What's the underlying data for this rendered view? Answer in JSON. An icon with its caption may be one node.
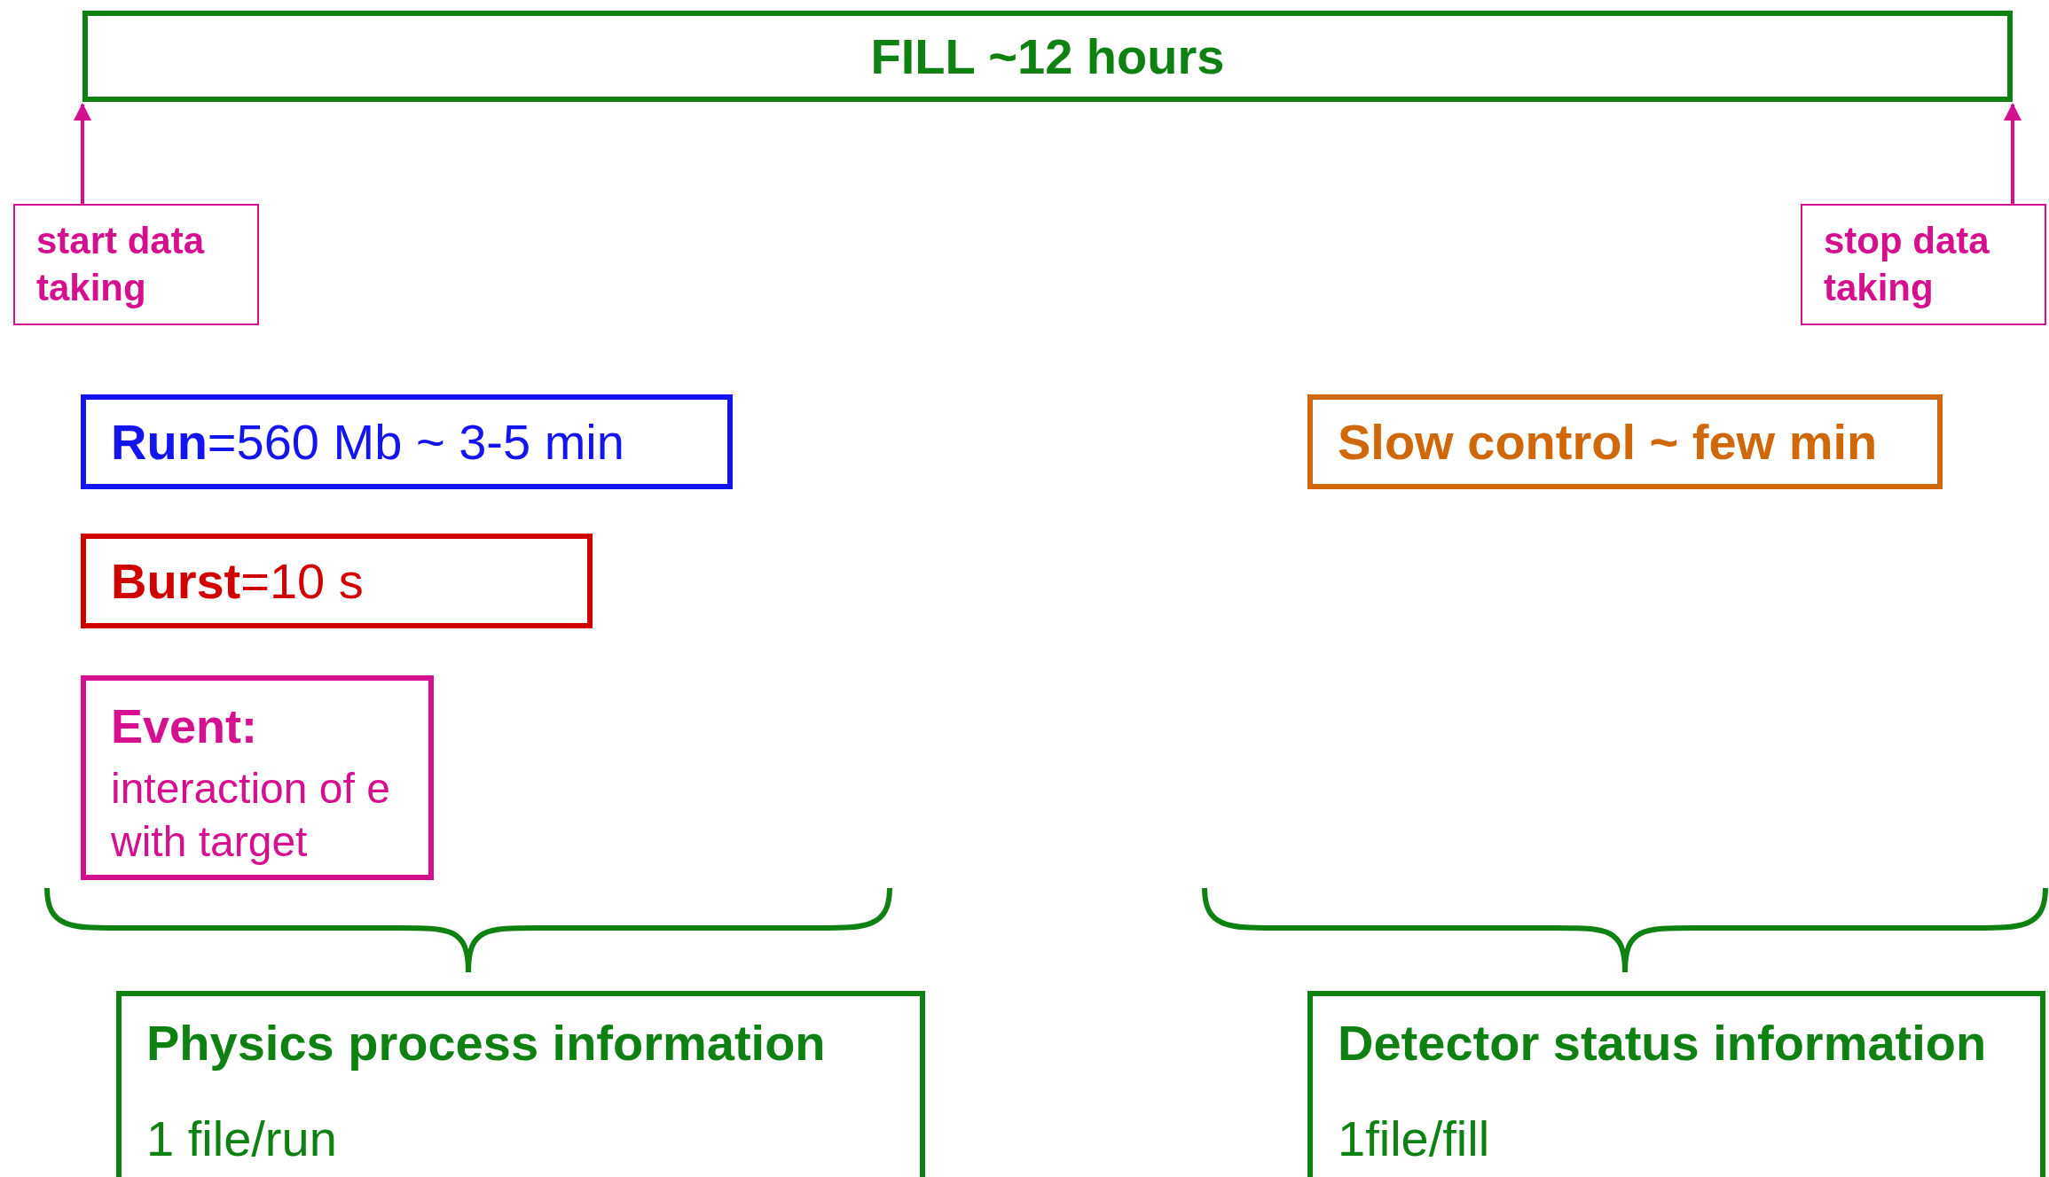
{
  "diagram": {
    "nodes": [
      {
        "text": [
          "FILL ~12 hours"
        ]
      },
      {
        "text": [
          "start data taking"
        ]
      },
      {
        "text": [
          "stop data taking"
        ]
      },
      {
        "text": [
          "**Run**=560 Mb ~ 3-5 min"
        ]
      },
      {
        "text": [
          "**Burst**=10 s"
        ]
      },
      {
        "text": [
          "Event:",
          "interaction of e with target"
        ]
      },
      {
        "text": [
          "Slow control ~ few min"
        ]
      },
      {
        "text": [
          "Physics process information",
          "1 file/run"
        ]
      },
      {
        "text": [
          "Detector status information",
          "1file/fill"
        ]
      }
    ],
    "edges": [
      {
        "from": 1,
        "to": 0,
        "arrow": "to"
      },
      {
        "from": 2,
        "to": 0,
        "arrow": "to"
      }
    ]
  }
}
